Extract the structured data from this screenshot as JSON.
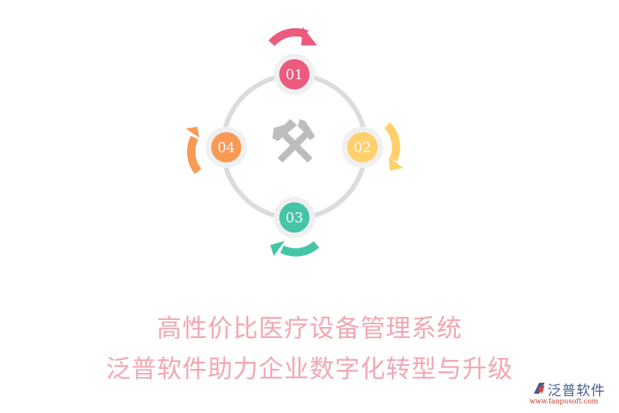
{
  "diagram": {
    "center_icon": "crossed-hammers-icon",
    "ring_color": "#dcdcdc",
    "node_border_color": "#f0f0f2",
    "nodes": [
      {
        "label": "01",
        "color": "#ec5a7e",
        "position": "top"
      },
      {
        "label": "02",
        "color": "#ffd06b",
        "position": "right"
      },
      {
        "label": "03",
        "color": "#45c4a7",
        "position": "bottom"
      },
      {
        "label": "04",
        "color": "#f89a56",
        "position": "left"
      }
    ]
  },
  "title": {
    "line1": "高性价比医疗设备管理系统",
    "line2": "泛普软件助力企业数字化转型与升级",
    "color": "#f2a7b3"
  },
  "logo": {
    "name": "泛普软件",
    "url": "www.fanpusoft.com"
  }
}
